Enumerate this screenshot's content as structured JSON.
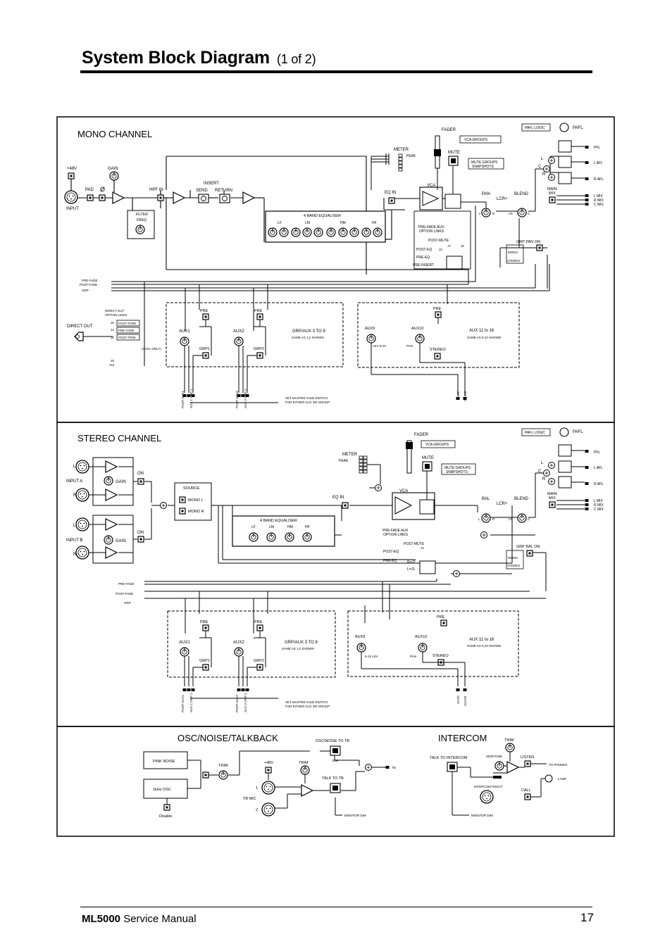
{
  "header": {
    "title": "System Block Diagram",
    "subtitle": "(1 of 2)"
  },
  "footer": {
    "model": "ML5000",
    "manual": "Service Manual",
    "page": "17"
  },
  "mono": {
    "section": "MONO CHANNEL",
    "p48v": "+48V",
    "gain": "GAIN",
    "pad": "PAD",
    "phase": "Ø",
    "input": "INPUT",
    "hpf_in": "HPF IN",
    "filter_freq_1": "FILTER",
    "filter_freq_2": "FREQ",
    "insert": "INSERT",
    "send": "SEND",
    "return": "RETURN",
    "eq_title": "4 BAND EQUALISER",
    "eq_lf": "LF",
    "eq_lm": "LM",
    "eq_hm": "HM",
    "eq_hf": "HF",
    "meter": "METER",
    "peak": "PEAK",
    "fader": "FADER",
    "vca_groups": "VCA GROUPS",
    "mute": "MUTE",
    "mute_groups_1": "MUTE GROUPS",
    "mute_groups_2": "SNAPSHOTS",
    "eq_in": "EQ IN",
    "vca": "VCA",
    "pafl_logic": "PAFL LOGIC",
    "pafl": "PAFL",
    "pfl": "PFL",
    "l_afl": "L AFL",
    "r_afl": "R AFL",
    "pan": "PAN",
    "lcr": "LCR+",
    "blend": "BLEND",
    "main_mix_1": "MAIN",
    "main_mix_2": "MIX",
    "l_mix": "L MIX",
    "r_mix": "R MIX",
    "c_mix": "C MIX",
    "grp_pan_on": "GRP PAN ON",
    "mono_lbl": "MONO",
    "stereo_lbl": "STEREO",
    "prefade_aux_1": "PRE-FADE AUX",
    "prefade_aux_2": "OPTION LINKS",
    "post_mute": "POST-MUTE",
    "post_eq": "POST-EQ",
    "pre_eq": "PRE-EQ",
    "pre_insert": "PRE-INSERT",
    "j3": "J3",
    "j7": "J7",
    "j8": "J8",
    "pre_fade": "PRE-FADE",
    "post_fade": "POST-FADE",
    "grp": "GRP",
    "direct_out": "DIRECT OUT",
    "direct_links_1": "DIRECT OUT",
    "direct_links_2": "OPTION LINKS",
    "d_post_fade": "POST-FADE",
    "d_pre_fade": "PRE-FADE",
    "d_post_trim": "POST-TRIM",
    "j4": "J4",
    "j5": "J5",
    "j6": "J6",
    "j9": "J9",
    "j10": "J10",
    "aux1_only": "(AUX1 ONLY)",
    "pre": "PRE",
    "aux1": "AUX1",
    "aux2": "AUX2",
    "grp1": "GRP1",
    "grp2": "GRP2",
    "grp_aux_3_8": "GRP/AUX 3 TO 8",
    "same_as_12": "SAME AS 1,2 SHOWN",
    "aux9": "AUX9",
    "aux10": "AUX10",
    "lev_9_10": "LEV 9-10",
    "pan_small": "PAN",
    "stereo_sw": "STEREO",
    "aux_11_16": "AUX 11 to 16",
    "same_as_910": "SAME AS 9,10 SHOWN",
    "post_aux1": "POST AUX1",
    "aux1_grp1": "AUX 1 GRP 1",
    "post_aux2": "POST AUX2",
    "aux2_grp2": "AUX 2 GRP 2",
    "set_master_1": "SET MASTER mode SWITCH",
    "set_master_2": "FOR EITHER AUX OR GROUP",
    "aux9_v": "AUX9",
    "aux10_v": "AUX10"
  },
  "stereo": {
    "section": "STEREO CHANNEL",
    "l": "L",
    "r": "R",
    "input_a": "INPUT A",
    "input_b": "INPUT B",
    "gain": "GAIN",
    "on": "ON",
    "source": "SOURCE",
    "mono_l": "MONO L",
    "mono_r": "MONO R",
    "eq_title": "4 BAND EQUALISER",
    "eq_in": "EQ IN",
    "bal": "BAL",
    "grp_bal_on": "GRP BAL ON",
    "r_j2": "R=J2",
    "l_j1": "L=J1",
    "set_master_1": "SET MASTER mode SWITCH",
    "set_master_2": "FOR EITHER AUX OR GROUP",
    "lev_9_10": "9-10 LEV"
  },
  "osc": {
    "section": "OSC/NOISE/TALKBACK",
    "pink_noise": "PINK NOISE",
    "osc_1k": "1kHz OSC",
    "disable": "Disable",
    "trim": "TRIM",
    "p48v": "+48V",
    "tb_mic": "TB MIC",
    "mic1": "1",
    "mic2": "2",
    "osc_noise_tb": "OSC/NOISE TO TB",
    "dim": "DIM",
    "talk_to_tb": "TALK TO TB",
    "tb": "TB",
    "monitor_dim": "MONITOR DIM"
  },
  "intercom": {
    "section": "INTERCOM",
    "trim": "TRIM",
    "talk_to_intercom": "TALK TO INTERCOM",
    "sidetone": "SIDETONE",
    "listen": "LISTEN",
    "to_phones": "TO PHONES",
    "lamp": "LAMP",
    "intercom_io": "INTERCOM IN/OUT",
    "call": "CALL",
    "monitor_dim": "MONITOR DIM"
  }
}
